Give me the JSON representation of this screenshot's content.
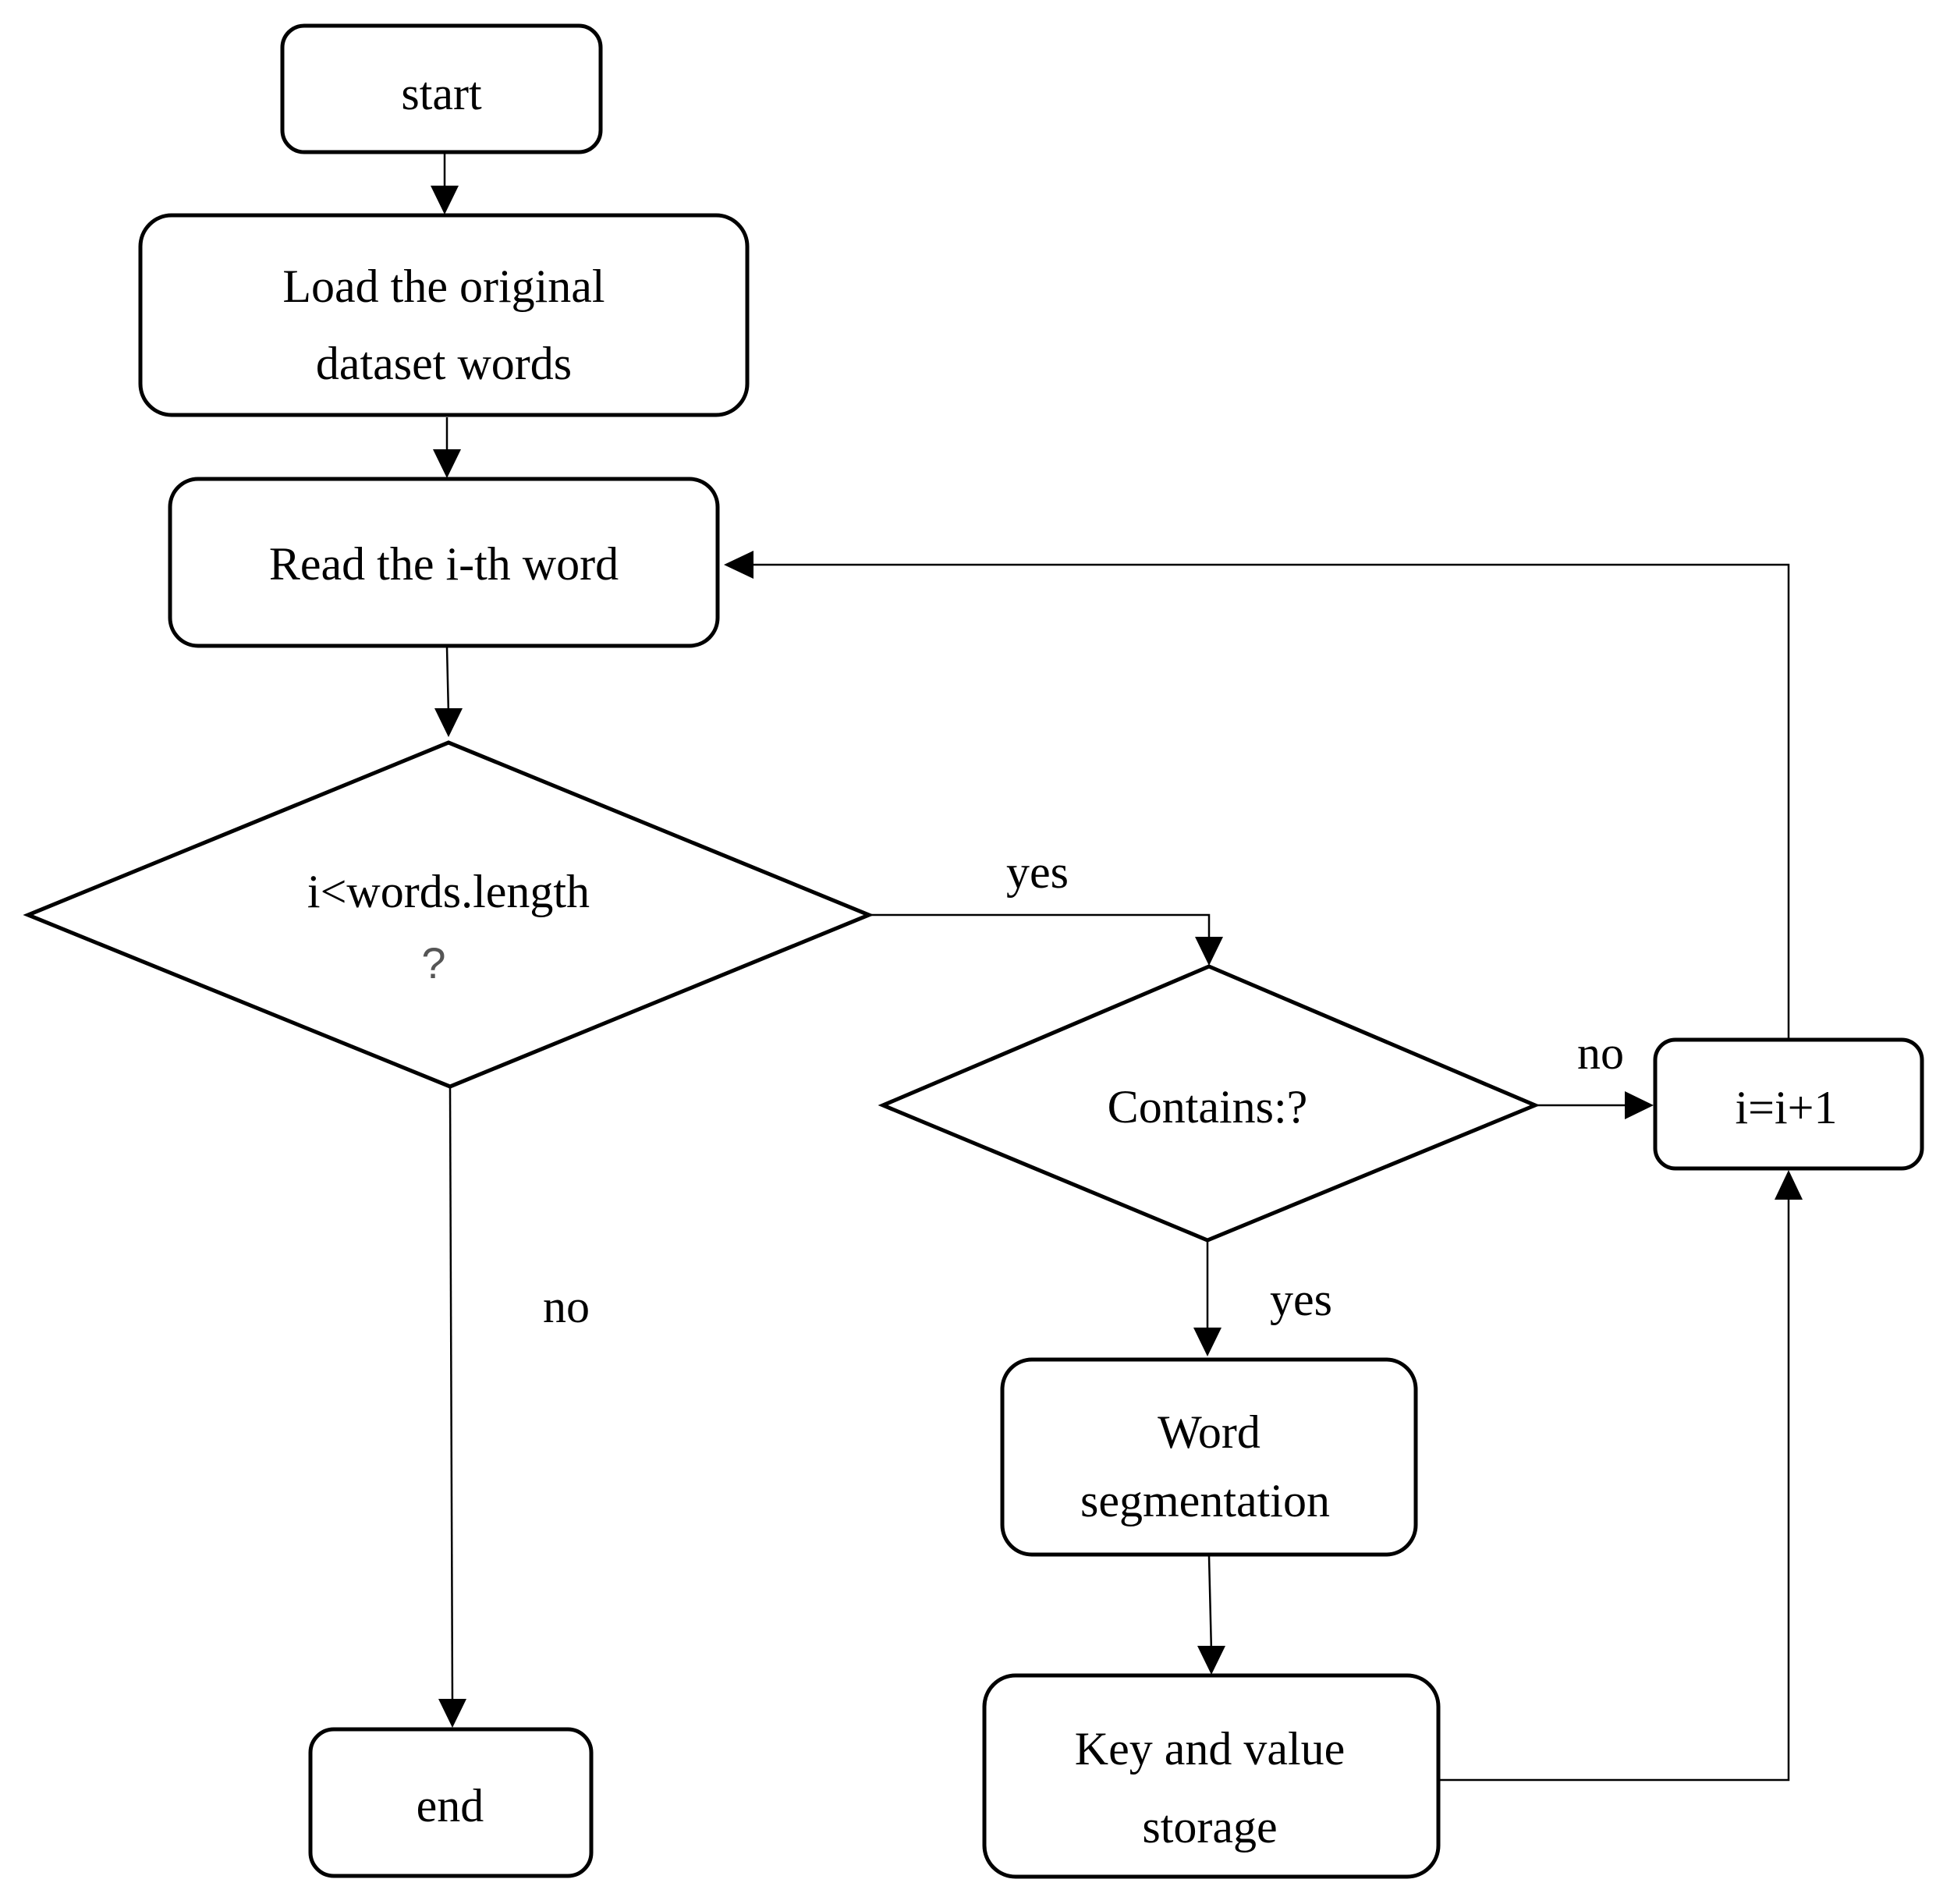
{
  "diagram": {
    "nodes": {
      "start": {
        "lines": [
          "start"
        ]
      },
      "load": {
        "lines": [
          "Load the original",
          "dataset words"
        ]
      },
      "read": {
        "lines": [
          "Read the i-th word"
        ]
      },
      "check_length": {
        "lines": [
          "i<words.length",
          "?"
        ]
      },
      "check_contains": {
        "lines": [
          "Contains:?"
        ]
      },
      "increment": {
        "lines": [
          "i=i+1"
        ]
      },
      "segmentation": {
        "lines": [
          "Word",
          "segmentation"
        ]
      },
      "storage": {
        "lines": [
          "Key and value",
          "storage"
        ]
      },
      "end": {
        "lines": [
          "end"
        ]
      }
    },
    "edge_labels": {
      "length_yes": "yes",
      "length_no": "no",
      "contains_yes": "yes",
      "contains_no": "no"
    },
    "edges": [
      {
        "from": "start",
        "to": "load"
      },
      {
        "from": "load",
        "to": "read"
      },
      {
        "from": "read",
        "to": "check_length"
      },
      {
        "from": "check_length",
        "to": "check_contains",
        "label": "yes"
      },
      {
        "from": "check_length",
        "to": "end",
        "label": "no"
      },
      {
        "from": "check_contains",
        "to": "increment",
        "label": "no"
      },
      {
        "from": "check_contains",
        "to": "segmentation",
        "label": "yes"
      },
      {
        "from": "segmentation",
        "to": "storage"
      },
      {
        "from": "storage",
        "to": "increment"
      },
      {
        "from": "increment",
        "to": "read"
      }
    ]
  }
}
